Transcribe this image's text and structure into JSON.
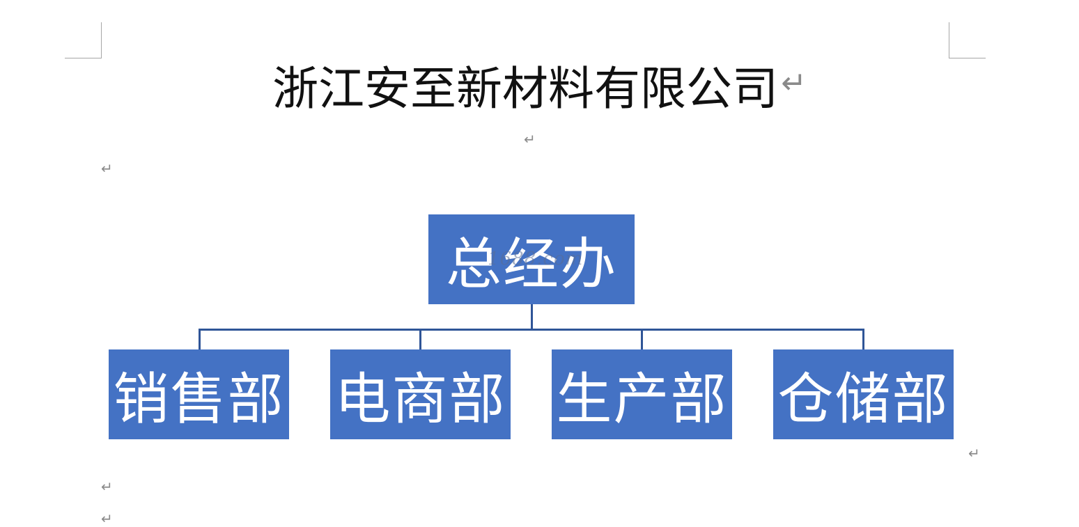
{
  "document": {
    "title": "浙江安至新材料有限公司",
    "paragraph_mark": "↵"
  },
  "org_chart": {
    "root": "总经办",
    "children": [
      "销售部",
      "电商部",
      "生产部",
      "仓储部"
    ],
    "box_color": "#4472c4",
    "connector_color": "#2f5597",
    "text_color": "#ffffff"
  },
  "watermark": "1688.com"
}
